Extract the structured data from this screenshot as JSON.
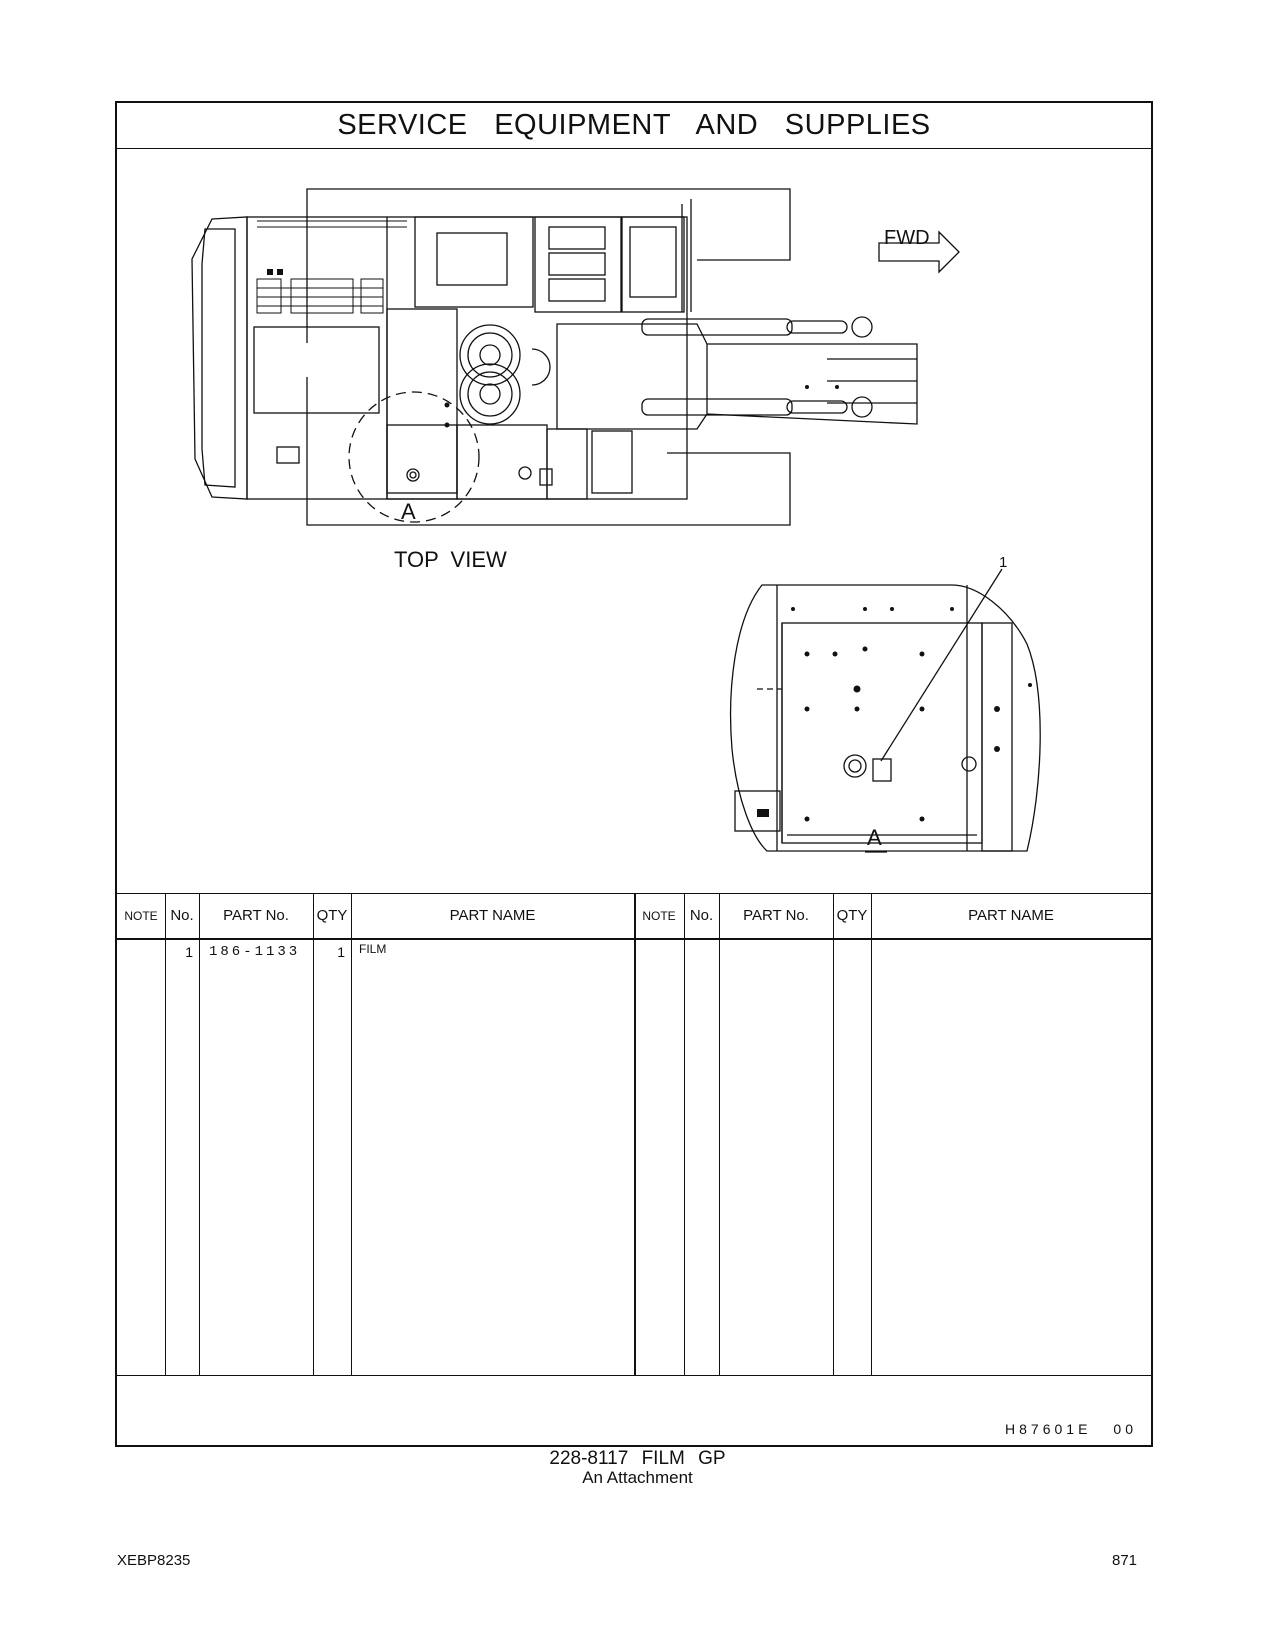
{
  "header": {
    "title": "SERVICE EQUIPMENT AND SUPPLIES"
  },
  "drawing": {
    "fwd_label": "FWD",
    "view_a_label": "A",
    "top_view_label": "TOP VIEW",
    "detail_label": "A",
    "callout_number": "1"
  },
  "parts_table": {
    "columns": [
      "NOTE",
      "No.",
      "PART No.",
      "QTY",
      "PART NAME"
    ],
    "rows": [
      {
        "note": "",
        "no": "1",
        "part_no": "186-1133",
        "qty": "1",
        "part_name": "FILM"
      }
    ]
  },
  "drawing_number": {
    "code": "H87601E",
    "revision": "00"
  },
  "group": {
    "title": "228-8117 FILM GP",
    "subtitle": "An Attachment"
  },
  "footer": {
    "doc_id": "XEBP8235",
    "page": "871"
  }
}
